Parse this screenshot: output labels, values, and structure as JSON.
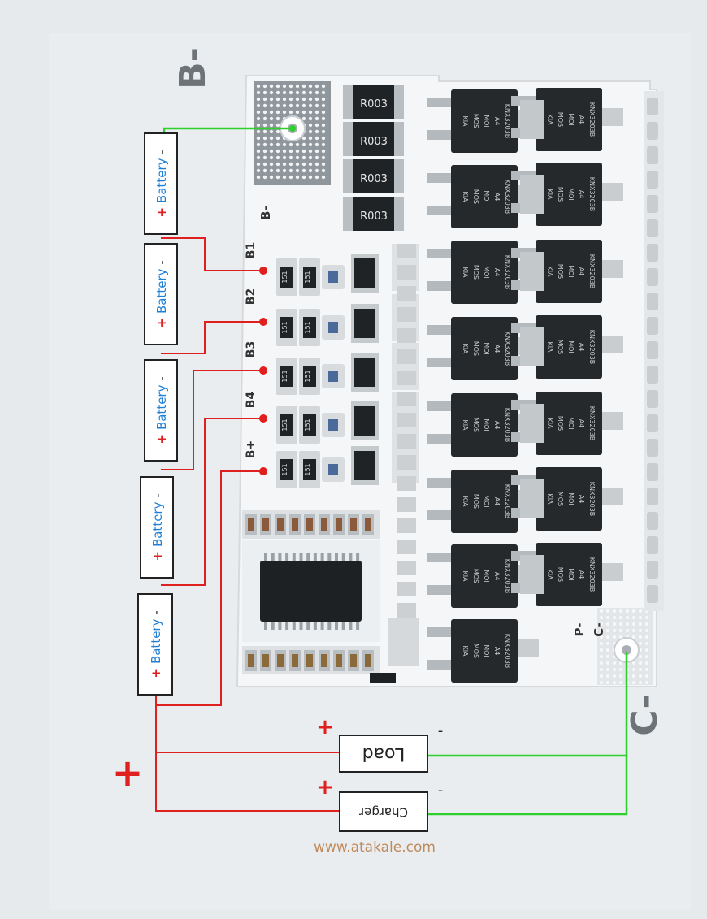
{
  "labels": {
    "b_minus_big": "B-",
    "c_minus_big": "C-",
    "plus_big": "+",
    "pad_b_minus": "B-",
    "pad_b1": "B1",
    "pad_b2": "B2",
    "pad_b3": "B3",
    "pad_b4": "B4",
    "pad_b_plus": "B+",
    "pad_p_minus": "P-",
    "pad_c_minus": "C-"
  },
  "batteries": [
    {
      "plus": "+",
      "name": "Battery",
      "minus": "-"
    },
    {
      "plus": "+",
      "name": "Battery",
      "minus": "-"
    },
    {
      "plus": "+",
      "name": "Battery",
      "minus": "-"
    },
    {
      "plus": "+",
      "name": "Battery",
      "minus": "-"
    },
    {
      "plus": "+",
      "name": "Battery",
      "minus": "-"
    }
  ],
  "load": {
    "label": "Load",
    "plus": "+",
    "minus": "-"
  },
  "charger": {
    "label": "Charger",
    "plus": "+",
    "minus": "-"
  },
  "resistor_marking": "R003",
  "mosfet_lines": [
    "KIA",
    "MOS",
    "MOI",
    "A4",
    "KNX3203B"
  ],
  "small_marking": "151",
  "watermark": "www.atakale.com",
  "colors": {
    "wire_positive": "#e0201e",
    "wire_negative": "#2ecf2e",
    "battery_text": "#1e7fd6",
    "board": "#f4f6f7"
  }
}
